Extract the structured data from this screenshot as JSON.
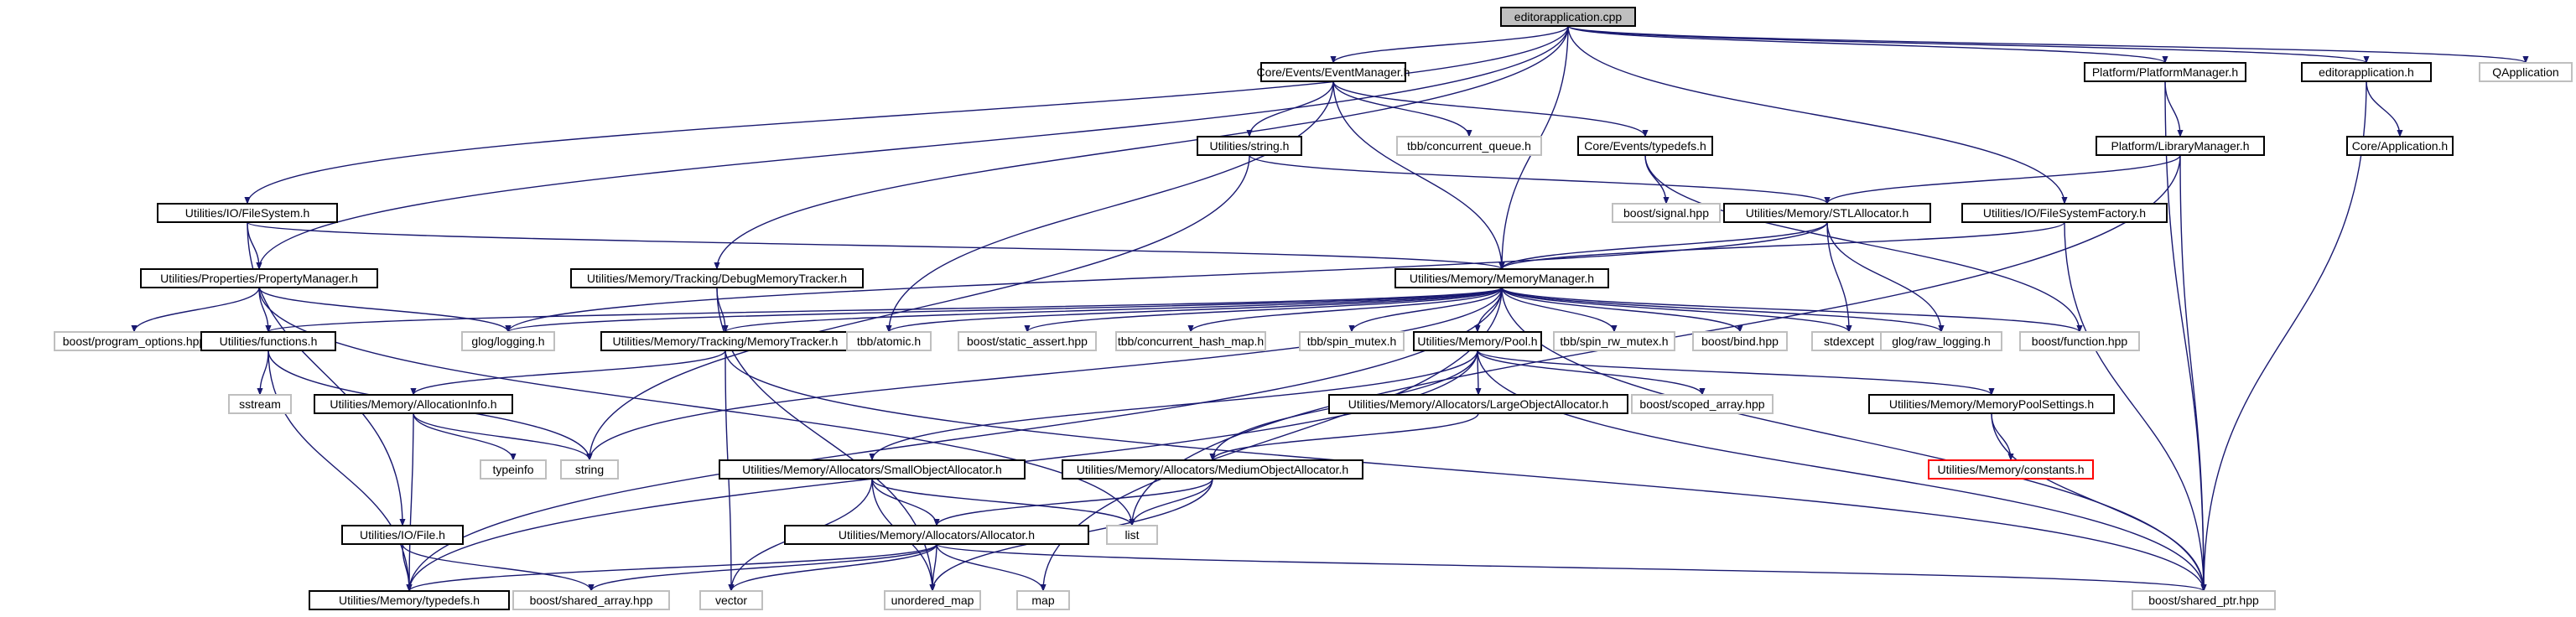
{
  "colors": {
    "edge": "#191970",
    "node_border": "#000000",
    "node_fill": "#ffffff",
    "root_fill": "#bfbfbf",
    "external_border": "#bfbfbf",
    "missing_border": "#ff0000",
    "text": "#000000"
  },
  "nodes": [
    {
      "id": "root",
      "label": "editorapplication.cpp",
      "kind": "root"
    },
    {
      "id": "eventmgr",
      "label": "Core/Events/EventManager.h",
      "kind": "local"
    },
    {
      "id": "platformmgr",
      "label": "Platform/PlatformManager.h",
      "kind": "local"
    },
    {
      "id": "editorapp_h",
      "label": "editorapplication.h",
      "kind": "local"
    },
    {
      "id": "qapp",
      "label": "QApplication",
      "kind": "external"
    },
    {
      "id": "ustring",
      "label": "Utilities/string.h",
      "kind": "local"
    },
    {
      "id": "tbbcq",
      "label": "tbb/concurrent_queue.h",
      "kind": "external"
    },
    {
      "id": "evtypedefs",
      "label": "Core/Events/typedefs.h",
      "kind": "local"
    },
    {
      "id": "libmgr",
      "label": "Platform/LibraryManager.h",
      "kind": "local"
    },
    {
      "id": "coreapp",
      "label": "Core/Application.h",
      "kind": "local"
    },
    {
      "id": "fs",
      "label": "Utilities/IO/FileSystem.h",
      "kind": "local"
    },
    {
      "id": "bsignal",
      "label": "boost/signal.hpp",
      "kind": "external"
    },
    {
      "id": "stlalloc",
      "label": "Utilities/Memory/STLAllocator.h",
      "kind": "local"
    },
    {
      "id": "fsfactory",
      "label": "Utilities/IO/FileSystemFactory.h",
      "kind": "local"
    },
    {
      "id": "propmgr",
      "label": "Utilities/Properties/PropertyManager.h",
      "kind": "local"
    },
    {
      "id": "dbgtracker",
      "label": "Utilities/Memory/Tracking/DebugMemoryTracker.h",
      "kind": "local"
    },
    {
      "id": "memmgr",
      "label": "Utilities/Memory/MemoryManager.h",
      "kind": "local"
    },
    {
      "id": "bpo",
      "label": "boost/program_options.hpp",
      "kind": "external"
    },
    {
      "id": "functions",
      "label": "Utilities/functions.h",
      "kind": "local"
    },
    {
      "id": "glog",
      "label": "glog/logging.h",
      "kind": "external"
    },
    {
      "id": "tracker",
      "label": "Utilities/Memory/Tracking/MemoryTracker.h",
      "kind": "local"
    },
    {
      "id": "tbbatomic",
      "label": "tbb/atomic.h",
      "kind": "external"
    },
    {
      "id": "bsassert",
      "label": "boost/static_assert.hpp",
      "kind": "external"
    },
    {
      "id": "tbbchm",
      "label": "tbb/concurrent_hash_map.h",
      "kind": "external"
    },
    {
      "id": "tbbsm",
      "label": "tbb/spin_mutex.h",
      "kind": "external"
    },
    {
      "id": "pool",
      "label": "Utilities/Memory/Pool.h",
      "kind": "local"
    },
    {
      "id": "tbbsrw",
      "label": "tbb/spin_rw_mutex.h",
      "kind": "external"
    },
    {
      "id": "bbind",
      "label": "boost/bind.hpp",
      "kind": "external"
    },
    {
      "id": "stdexcept",
      "label": "stdexcept",
      "kind": "external"
    },
    {
      "id": "glograw",
      "label": "glog/raw_logging.h",
      "kind": "external"
    },
    {
      "id": "bfunction",
      "label": "boost/function.hpp",
      "kind": "external"
    },
    {
      "id": "sstream",
      "label": "sstream",
      "kind": "external"
    },
    {
      "id": "allocinfo",
      "label": "Utilities/Memory/AllocationInfo.h",
      "kind": "local"
    },
    {
      "id": "largealloc",
      "label": "Utilities/Memory/Allocators/LargeObjectAllocator.h",
      "kind": "local"
    },
    {
      "id": "bscoped",
      "label": "boost/scoped_array.hpp",
      "kind": "external"
    },
    {
      "id": "poolsettings",
      "label": "Utilities/Memory/MemoryPoolSettings.h",
      "kind": "local"
    },
    {
      "id": "typeinfo",
      "label": "typeinfo",
      "kind": "external"
    },
    {
      "id": "string",
      "label": "string",
      "kind": "external"
    },
    {
      "id": "smallalloc",
      "label": "Utilities/Memory/Allocators/SmallObjectAllocator.h",
      "kind": "local"
    },
    {
      "id": "medalloc",
      "label": "Utilities/Memory/Allocators/MediumObjectAllocator.h",
      "kind": "local"
    },
    {
      "id": "constants",
      "label": "Utilities/Memory/constants.h",
      "kind": "missing"
    },
    {
      "id": "file",
      "label": "Utilities/IO/File.h",
      "kind": "local"
    },
    {
      "id": "alloc",
      "label": "Utilities/Memory/Allocators/Allocator.h",
      "kind": "local"
    },
    {
      "id": "list",
      "label": "list",
      "kind": "external"
    },
    {
      "id": "memtypedefs",
      "label": "Utilities/Memory/typedefs.h",
      "kind": "local"
    },
    {
      "id": "bsharedarr",
      "label": "boost/shared_array.hpp",
      "kind": "external"
    },
    {
      "id": "vector",
      "label": "vector",
      "kind": "external"
    },
    {
      "id": "umap",
      "label": "unordered_map",
      "kind": "external"
    },
    {
      "id": "map",
      "label": "map",
      "kind": "external"
    },
    {
      "id": "bsharedptr",
      "label": "boost/shared_ptr.hpp",
      "kind": "external"
    }
  ],
  "edges": [
    [
      "root",
      "eventmgr"
    ],
    [
      "root",
      "platformmgr"
    ],
    [
      "root",
      "editorapp_h"
    ],
    [
      "root",
      "qapp"
    ],
    [
      "root",
      "fs"
    ],
    [
      "root",
      "propmgr"
    ],
    [
      "root",
      "dbgtracker"
    ],
    [
      "root",
      "memmgr"
    ],
    [
      "root",
      "fsfactory"
    ],
    [
      "eventmgr",
      "ustring"
    ],
    [
      "eventmgr",
      "tbbcq"
    ],
    [
      "eventmgr",
      "evtypedefs"
    ],
    [
      "eventmgr",
      "memmgr"
    ],
    [
      "eventmgr",
      "tbbatomic"
    ],
    [
      "platformmgr",
      "libmgr"
    ],
    [
      "platformmgr",
      "bsharedptr"
    ],
    [
      "editorapp_h",
      "coreapp"
    ],
    [
      "editorapp_h",
      "bsharedptr"
    ],
    [
      "ustring",
      "stlalloc"
    ],
    [
      "ustring",
      "string"
    ],
    [
      "evtypedefs",
      "bsignal"
    ],
    [
      "evtypedefs",
      "bfunction"
    ],
    [
      "libmgr",
      "stlalloc"
    ],
    [
      "libmgr",
      "bsharedptr"
    ],
    [
      "libmgr",
      "list"
    ],
    [
      "fs",
      "propmgr"
    ],
    [
      "fs",
      "memmgr"
    ],
    [
      "fs",
      "file"
    ],
    [
      "stlalloc",
      "memmgr"
    ],
    [
      "stlalloc",
      "stdexcept"
    ],
    [
      "stlalloc",
      "glograw"
    ],
    [
      "stlalloc",
      "glog"
    ],
    [
      "fsfactory",
      "memmgr"
    ],
    [
      "fsfactory",
      "bsharedptr"
    ],
    [
      "propmgr",
      "bpo"
    ],
    [
      "propmgr",
      "functions"
    ],
    [
      "propmgr",
      "glog"
    ],
    [
      "propmgr",
      "list"
    ],
    [
      "dbgtracker",
      "tracker"
    ],
    [
      "dbgtracker",
      "umap"
    ],
    [
      "memmgr",
      "functions"
    ],
    [
      "memmgr",
      "glog"
    ],
    [
      "memmgr",
      "tracker"
    ],
    [
      "memmgr",
      "tbbatomic"
    ],
    [
      "memmgr",
      "bsassert"
    ],
    [
      "memmgr",
      "tbbchm"
    ],
    [
      "memmgr",
      "tbbsm"
    ],
    [
      "memmgr",
      "pool"
    ],
    [
      "memmgr",
      "tbbsrw"
    ],
    [
      "memmgr",
      "bbind"
    ],
    [
      "memmgr",
      "stdexcept"
    ],
    [
      "memmgr",
      "glograw"
    ],
    [
      "memmgr",
      "bfunction"
    ],
    [
      "memmgr",
      "memtypedefs"
    ],
    [
      "memmgr",
      "bsharedptr"
    ],
    [
      "memmgr",
      "map"
    ],
    [
      "memmgr",
      "string"
    ],
    [
      "functions",
      "sstream"
    ],
    [
      "functions",
      "string"
    ],
    [
      "functions",
      "memtypedefs"
    ],
    [
      "tracker",
      "allocinfo"
    ],
    [
      "tracker",
      "vector"
    ],
    [
      "tracker",
      "bsharedptr"
    ],
    [
      "allocinfo",
      "typeinfo"
    ],
    [
      "allocinfo",
      "string"
    ],
    [
      "allocinfo",
      "memtypedefs"
    ],
    [
      "pool",
      "largealloc"
    ],
    [
      "pool",
      "bscoped"
    ],
    [
      "pool",
      "poolsettings"
    ],
    [
      "pool",
      "smallalloc"
    ],
    [
      "pool",
      "medalloc"
    ],
    [
      "pool",
      "memtypedefs"
    ],
    [
      "pool",
      "bsharedptr"
    ],
    [
      "largealloc",
      "medalloc"
    ],
    [
      "poolsettings",
      "constants"
    ],
    [
      "poolsettings",
      "bsharedptr"
    ],
    [
      "smallalloc",
      "alloc"
    ],
    [
      "smallalloc",
      "list"
    ],
    [
      "smallalloc",
      "vector"
    ],
    [
      "smallalloc",
      "umap"
    ],
    [
      "medalloc",
      "alloc"
    ],
    [
      "medalloc",
      "list"
    ],
    [
      "medalloc",
      "umap"
    ],
    [
      "alloc",
      "memtypedefs"
    ],
    [
      "alloc",
      "bsharedarr"
    ],
    [
      "alloc",
      "vector"
    ],
    [
      "alloc",
      "umap"
    ],
    [
      "alloc",
      "map"
    ],
    [
      "alloc",
      "bsharedptr"
    ],
    [
      "file",
      "memtypedefs"
    ],
    [
      "file",
      "bsharedarr"
    ]
  ]
}
